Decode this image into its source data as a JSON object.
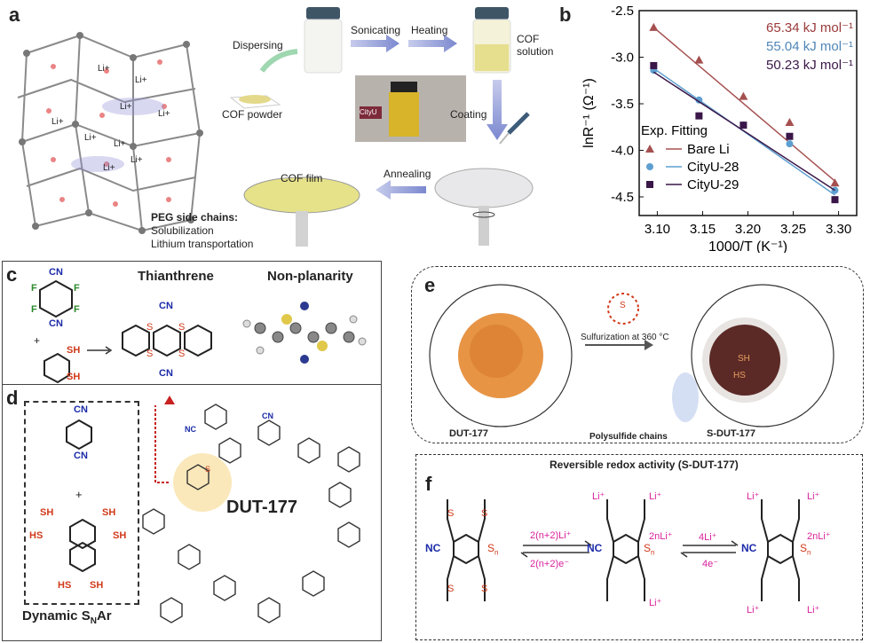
{
  "panel_letters": {
    "a": "a",
    "b": "b",
    "c": "c",
    "d": "d",
    "e": "e",
    "f": "f"
  },
  "panel_a": {
    "li_labels": [
      "Li+",
      "Li+",
      "Li+",
      "Li+",
      "Li+",
      "Li+",
      "Li+",
      "Li+",
      "Li+"
    ],
    "peg_title": "PEG side chains:",
    "peg_line1": "Solubilization",
    "peg_line2": "Lithium transportation",
    "cof_powder": "COF powder",
    "dispersing": "Dispersing",
    "sonicating": "Sonicating",
    "heating": "Heating",
    "cof_solution_1": "COF",
    "cof_solution_2": "solution",
    "coating": "Coating",
    "annealing": "Annealing",
    "cof_film": "COF film",
    "vial_label": "CityU"
  },
  "chart_data": {
    "type": "scatter",
    "xlabel": "1000/T (K⁻¹)",
    "ylabel": "lnR⁻¹ (Ω⁻¹)",
    "xlim": [
      3.08,
      3.32
    ],
    "ylim": [
      -4.7,
      -2.5
    ],
    "xticks": [
      "3.10",
      "3.15",
      "3.20",
      "3.25",
      "3.30"
    ],
    "yticks": [
      "-2.5",
      "-3.0",
      "-3.5",
      "-4.0",
      "-4.5"
    ],
    "legend_title": "Exp. Fitting",
    "legend_position": "bottom-left",
    "energies": [
      {
        "text": "65.34 kJ mol⁻¹",
        "color": "#9b3a3a"
      },
      {
        "text": "55.04 kJ mol⁻¹",
        "color": "#4f86b8"
      },
      {
        "text": "50.23 kJ mol⁻¹",
        "color": "#3a1748"
      }
    ],
    "series": [
      {
        "name": "Bare Li",
        "color": "#a55050",
        "marker": "triangle",
        "x": [
          3.096,
          3.146,
          3.195,
          3.246,
          3.296
        ],
        "y": [
          -2.68,
          -3.03,
          -3.42,
          -3.7,
          -4.35
        ],
        "fit": [
          [
            3.096,
            -2.68
          ],
          [
            3.296,
            -4.33
          ]
        ]
      },
      {
        "name": "CityU-28",
        "color": "#5d9fd0",
        "marker": "circle",
        "x": [
          3.096,
          3.146,
          3.195,
          3.246,
          3.296
        ],
        "y": [
          -3.14,
          -3.46,
          -3.73,
          -3.93,
          -4.43
        ],
        "fit": [
          [
            3.096,
            -3.12
          ],
          [
            3.296,
            -4.48
          ]
        ]
      },
      {
        "name": "CityU-29",
        "color": "#3a1748",
        "marker": "square",
        "x": [
          3.096,
          3.146,
          3.195,
          3.246,
          3.296
        ],
        "y": [
          -3.09,
          -3.63,
          -3.73,
          -3.85,
          -4.53
        ],
        "fit": [
          [
            3.096,
            -3.16
          ],
          [
            3.296,
            -4.43
          ]
        ]
      }
    ]
  },
  "panel_c": {
    "cn1": "CN",
    "cn2": "CN",
    "f_labels": [
      "F",
      "F",
      "F",
      "F"
    ],
    "plus": "+",
    "sh_labels": [
      "SH",
      "SH"
    ],
    "thianthrene": "Thianthrene",
    "nonplanarity": "Non-planarity",
    "s_labels": [
      "S",
      "S",
      "S",
      "S"
    ],
    "cn_top": "CN",
    "cn_bottom": "CN"
  },
  "panel_d": {
    "cn1": "CN",
    "cn2": "CN",
    "plus": "+",
    "sh_labels": [
      "SH",
      "SH",
      "HS",
      "SH",
      "HS",
      "SH"
    ],
    "dynamic": "Dynamic S",
    "dynamic_sub": "N",
    "dynamic_end": "Ar",
    "dut": "DUT-177",
    "nc": "NC",
    "cn": "CN",
    "s": "S"
  },
  "panel_e": {
    "dut": "DUT-177",
    "s_dut": "S-DUT-177",
    "sulfurization": "Sulfurization at 360 °C",
    "polysulfide": "Polysulfide chains",
    "s": "S",
    "sh": "SH",
    "hs": "HS"
  },
  "panel_f": {
    "title": "Reversible redox activity (S-DUT-177)",
    "nc": "NC",
    "s": "S",
    "sn": "S",
    "sn_sub": "n",
    "li": "Li⁺",
    "arrow1_top": "2(n+2)Li⁺",
    "arrow1_bottom": "2(n+2)e⁻",
    "arrow2_top": "4Li⁺",
    "arrow2_bottom": "4e⁻",
    "twonli": "2nLi⁺"
  }
}
